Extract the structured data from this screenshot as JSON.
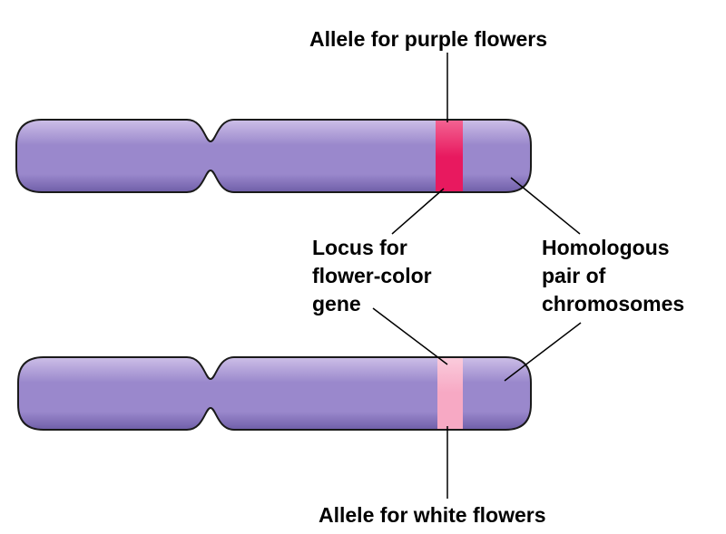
{
  "labels": {
    "allele_purple": "Allele for purple flowers",
    "allele_white": "Allele for white flowers",
    "locus": [
      "Locus for",
      "flower-color",
      "gene"
    ],
    "homologous_pair": [
      "Homologous",
      "pair of",
      "chromosomes"
    ]
  },
  "colors": {
    "chromosome_base": "#9a88cc",
    "chromosome_highlight": "#cdbfe8",
    "chromosome_shadow": "#6f5ea8",
    "band_purple_allele": "#e8195f",
    "band_purple_allele_light": "#f46b98",
    "band_white_allele": "#f7a9c4",
    "band_white_allele_light": "#fbd1e0",
    "outline": "#1a1a1a"
  }
}
